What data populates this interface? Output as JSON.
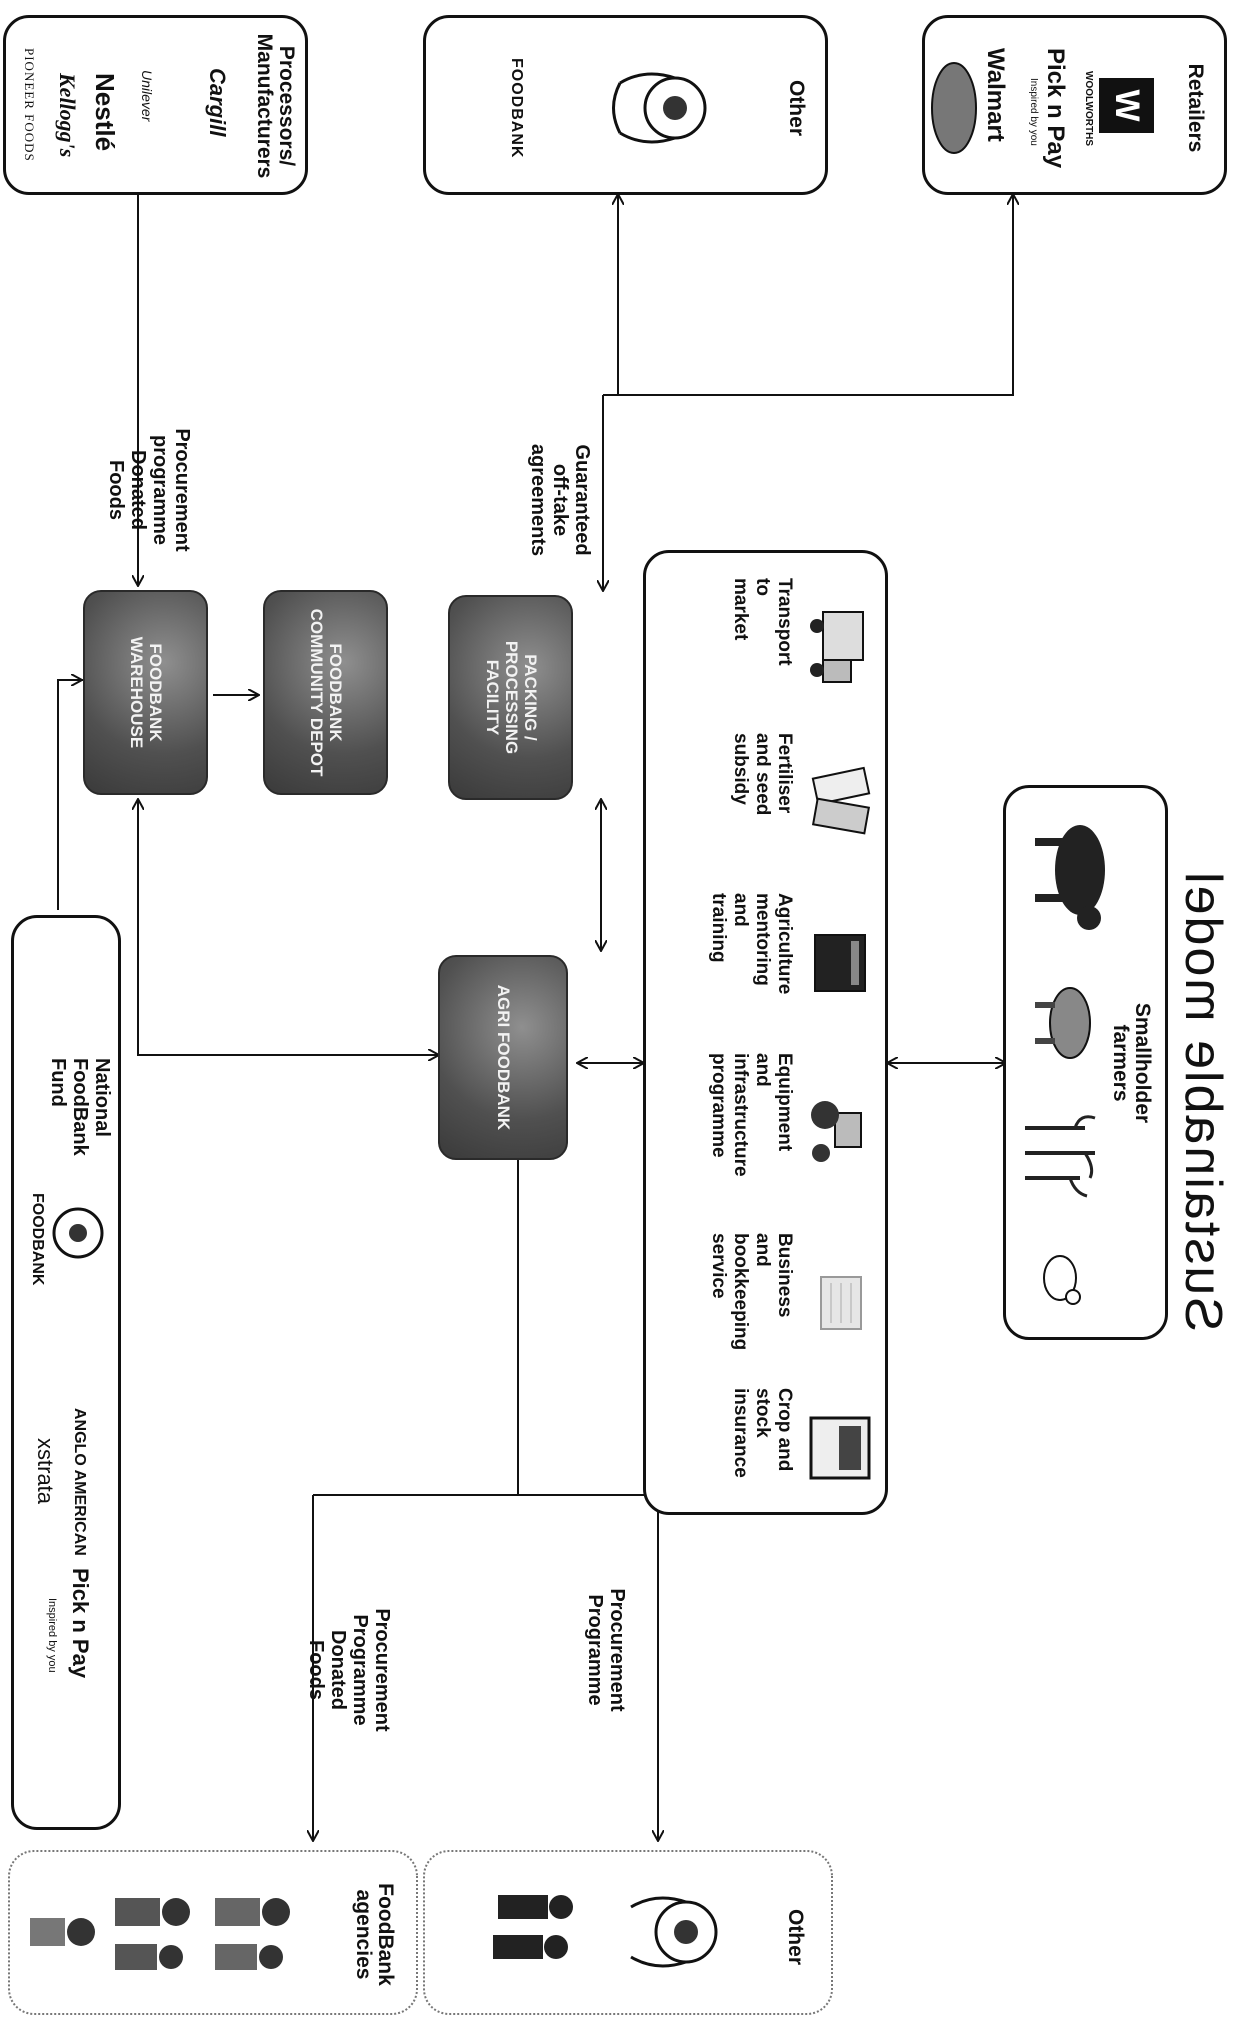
{
  "title": "Sustainable model",
  "nodes": {
    "processors": {
      "label": "Processors/ Manufacturers",
      "logos": [
        "Cargill",
        "Unilever",
        "Nestlé",
        "Kellogg's",
        "PIONEER FOODS"
      ]
    },
    "other_top": {
      "label": "Other",
      "logos": [
        "FOODBANK"
      ]
    },
    "retailers": {
      "label": "Retailers",
      "logos": [
        "W",
        "WOOLWORTHS",
        "Pick n Pay",
        "Inspired by you",
        "Walmart"
      ]
    },
    "smallholder": {
      "label": "Smallholder farmers"
    },
    "warehouse": {
      "label": "FOODBANK WAREHOUSE"
    },
    "depot": {
      "label": "FOODBANK COMMUNITY DEPOT"
    },
    "packing": {
      "label": "PACKING / PROCESSING FACILITY"
    },
    "agri": {
      "label": "AGRI FOODBANK"
    },
    "services": [
      {
        "icon": "truck-icon",
        "label": "Transport\nto\nmarket"
      },
      {
        "icon": "seed-packet-icon",
        "label": "Fertiliser\nand seed\nsubsidy"
      },
      {
        "icon": "book-icon",
        "label": "Agriculture\nmentoring\nand\ntraining"
      },
      {
        "icon": "tractor-icon",
        "label": "Equipment\nand\ninfrastructure\nprogramme"
      },
      {
        "icon": "ledger-icon",
        "label": "Business\nand\nbookkeeping\nservice"
      },
      {
        "icon": "document-icon",
        "label": "Crop and\nstock\ninsurance"
      }
    ],
    "fund": {
      "label": "National\nFoodBank\nFund",
      "logos": [
        "FOODBANK",
        "ANGLO AMERICAN",
        "xstrata",
        "Pick n Pay",
        "Inspired by you"
      ]
    },
    "agencies": {
      "label": "FoodBank agencies"
    },
    "other_bottom": {
      "label": "Other"
    }
  },
  "edges": {
    "proc_to_warehouse": "Procurement\nprogramme\nDonated\nFoods",
    "offtake": "Guaranteed\noff-take\nagreements",
    "procurement_other": "Procurement\nProgramme",
    "procurement_agencies": "Procurement\nProgramme\nDonated\nFoods"
  },
  "colors": {
    "line": "#111111",
    "hub": "#5a5a5a",
    "hub_text": "#f2f2f2"
  }
}
